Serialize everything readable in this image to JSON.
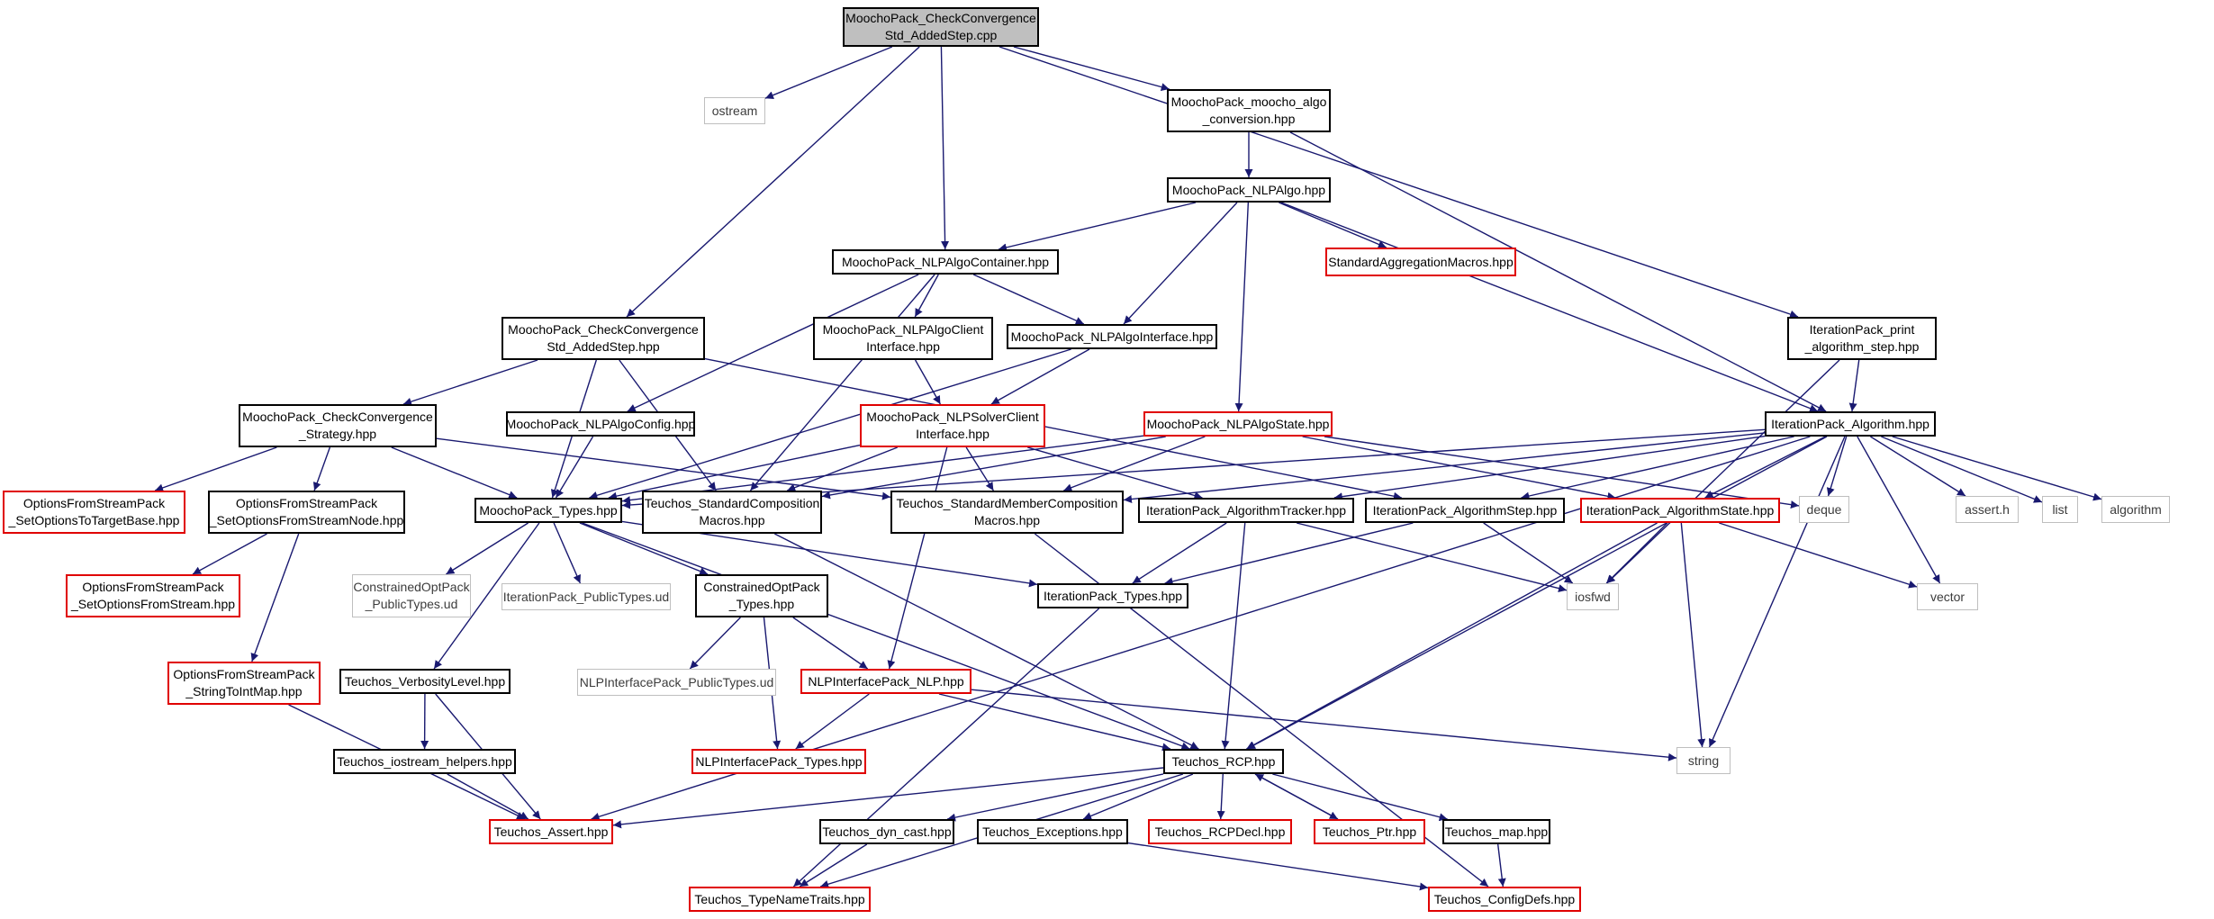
{
  "colors": {
    "edge": "#191970",
    "root_fill": "#bfbfbf",
    "documented_border": "#000000",
    "undocumented_border": "#e00000",
    "system_border": "#bfbfbf"
  },
  "nodes": [
    {
      "id": "root",
      "label": "MoochoPack_CheckConvergence\nStd_AddedStep.cpp",
      "kind": "root"
    },
    {
      "id": "ostream",
      "label": "ostream",
      "kind": "system"
    },
    {
      "id": "moocho_algo_conv",
      "label": "MoochoPack_moocho_algo\n_conversion.hpp",
      "kind": "documented"
    },
    {
      "id": "nlpalgo",
      "label": "MoochoPack_NLPAlgo.hpp",
      "kind": "documented"
    },
    {
      "id": "nlpalgocontainer",
      "label": "MoochoPack_NLPAlgoContainer.hpp",
      "kind": "documented"
    },
    {
      "id": "stdaggmacros",
      "label": "StandardAggregationMacros.hpp",
      "kind": "missing"
    },
    {
      "id": "ccstd_hpp",
      "label": "MoochoPack_CheckConvergence\nStd_AddedStep.hpp",
      "kind": "documented"
    },
    {
      "id": "nlpalgoclient",
      "label": "MoochoPack_NLPAlgoClient\nInterface.hpp",
      "kind": "documented"
    },
    {
      "id": "nlpalgointerface",
      "label": "MoochoPack_NLPAlgoInterface.hpp",
      "kind": "documented"
    },
    {
      "id": "itpack_print",
      "label": "IterationPack_print\n_algorithm_step.hpp",
      "kind": "documented"
    },
    {
      "id": "cc_strategy",
      "label": "MoochoPack_CheckConvergence\n_Strategy.hpp",
      "kind": "documented"
    },
    {
      "id": "nlpalgoconfig",
      "label": "MoochoPack_NLPAlgoConfig.hpp",
      "kind": "documented"
    },
    {
      "id": "nlpsolverclient",
      "label": "MoochoPack_NLPSolverClient\nInterface.hpp",
      "kind": "missing"
    },
    {
      "id": "nlpalgostate",
      "label": "MoochoPack_NLPAlgoState.hpp",
      "kind": "missing"
    },
    {
      "id": "itpack_algorithm",
      "label": "IterationPack_Algorithm.hpp",
      "kind": "documented"
    },
    {
      "id": "ofs_settarget",
      "label": "OptionsFromStreamPack\n_SetOptionsToTargetBase.hpp",
      "kind": "missing"
    },
    {
      "id": "ofs_setnode",
      "label": "OptionsFromStreamPack\n_SetOptionsFromStreamNode.hpp",
      "kind": "documented"
    },
    {
      "id": "mp_types",
      "label": "MoochoPack_Types.hpp",
      "kind": "documented"
    },
    {
      "id": "stdcompmacros",
      "label": "Teuchos_StandardComposition\nMacros.hpp",
      "kind": "documented"
    },
    {
      "id": "stdmembermacros",
      "label": "Teuchos_StandardMemberComposition\nMacros.hpp",
      "kind": "documented"
    },
    {
      "id": "algtracker",
      "label": "IterationPack_AlgorithmTracker.hpp",
      "kind": "documented"
    },
    {
      "id": "algstep",
      "label": "IterationPack_AlgorithmStep.hpp",
      "kind": "documented"
    },
    {
      "id": "algstate",
      "label": "IterationPack_AlgorithmState.hpp",
      "kind": "missing"
    },
    {
      "id": "deque",
      "label": "deque",
      "kind": "system"
    },
    {
      "id": "asserth",
      "label": "assert.h",
      "kind": "system"
    },
    {
      "id": "list",
      "label": "list",
      "kind": "system"
    },
    {
      "id": "algorithm",
      "label": "algorithm",
      "kind": "system"
    },
    {
      "id": "ofs_setfromstream",
      "label": "OptionsFromStreamPack\n_SetOptionsFromStream.hpp",
      "kind": "missing"
    },
    {
      "id": "copt_public",
      "label": "ConstrainedOptPack\n_PublicTypes.ud",
      "kind": "system"
    },
    {
      "id": "itpack_public",
      "label": "IterationPack_PublicTypes.ud",
      "kind": "system"
    },
    {
      "id": "copt_types",
      "label": "ConstrainedOptPack\n_Types.hpp",
      "kind": "documented"
    },
    {
      "id": "itpack_types",
      "label": "IterationPack_Types.hpp",
      "kind": "documented"
    },
    {
      "id": "iosfwd",
      "label": "iosfwd",
      "kind": "system"
    },
    {
      "id": "vector",
      "label": "vector",
      "kind": "system"
    },
    {
      "id": "ofs_stringtoint",
      "label": "OptionsFromStreamPack\n_StringToIntMap.hpp",
      "kind": "missing"
    },
    {
      "id": "verbosity",
      "label": "Teuchos_VerbosityLevel.hpp",
      "kind": "documented"
    },
    {
      "id": "nlpi_public",
      "label": "NLPInterfacePack_PublicTypes.ud",
      "kind": "system"
    },
    {
      "id": "nlpi_nlp",
      "label": "NLPInterfacePack_NLP.hpp",
      "kind": "missing"
    },
    {
      "id": "iostream_helpers",
      "label": "Teuchos_iostream_helpers.hpp",
      "kind": "documented"
    },
    {
      "id": "nlpi_types",
      "label": "NLPInterfacePack_Types.hpp",
      "kind": "missing"
    },
    {
      "id": "rcp",
      "label": "Teuchos_RCP.hpp",
      "kind": "documented"
    },
    {
      "id": "string",
      "label": "string",
      "kind": "system"
    },
    {
      "id": "assert",
      "label": "Teuchos_Assert.hpp",
      "kind": "missing"
    },
    {
      "id": "dyncast",
      "label": "Teuchos_dyn_cast.hpp",
      "kind": "documented"
    },
    {
      "id": "exceptions",
      "label": "Teuchos_Exceptions.hpp",
      "kind": "documented"
    },
    {
      "id": "rcpdecl",
      "label": "Teuchos_RCPDecl.hpp",
      "kind": "missing"
    },
    {
      "id": "ptr",
      "label": "Teuchos_Ptr.hpp",
      "kind": "missing"
    },
    {
      "id": "map",
      "label": "Teuchos_map.hpp",
      "kind": "documented"
    },
    {
      "id": "typenametraits",
      "label": "Teuchos_TypeNameTraits.hpp",
      "kind": "missing"
    },
    {
      "id": "configdefs",
      "label": "Teuchos_ConfigDefs.hpp",
      "kind": "missing"
    }
  ],
  "edges": [
    [
      "root",
      "ostream"
    ],
    [
      "root",
      "moocho_algo_conv"
    ],
    [
      "root",
      "nlpalgocontainer"
    ],
    [
      "root",
      "ccstd_hpp"
    ],
    [
      "root",
      "itpack_print"
    ],
    [
      "moocho_algo_conv",
      "nlpalgo"
    ],
    [
      "moocho_algo_conv",
      "itpack_algorithm"
    ],
    [
      "nlpalgo",
      "nlpalgocontainer"
    ],
    [
      "nlpalgo",
      "stdaggmacros"
    ],
    [
      "nlpalgo",
      "nlpalgointerface"
    ],
    [
      "nlpalgo",
      "nlpalgostate"
    ],
    [
      "nlpalgo",
      "itpack_algorithm"
    ],
    [
      "nlpalgocontainer",
      "nlpalgoclient"
    ],
    [
      "nlpalgocontainer",
      "nlpalgointerface"
    ],
    [
      "nlpalgocontainer",
      "nlpalgoconfig"
    ],
    [
      "nlpalgocontainer",
      "stdcompmacros"
    ],
    [
      "nlpalgoclient",
      "nlpsolverclient"
    ],
    [
      "nlpalgointerface",
      "nlpsolverclient"
    ],
    [
      "nlpalgointerface",
      "mp_types"
    ],
    [
      "ccstd_hpp",
      "cc_strategy"
    ],
    [
      "ccstd_hpp",
      "mp_types"
    ],
    [
      "ccstd_hpp",
      "stdcompmacros"
    ],
    [
      "ccstd_hpp",
      "algstep"
    ],
    [
      "itpack_print",
      "itpack_algorithm"
    ],
    [
      "itpack_print",
      "iosfwd"
    ],
    [
      "cc_strategy",
      "ofs_settarget"
    ],
    [
      "cc_strategy",
      "ofs_setnode"
    ],
    [
      "cc_strategy",
      "mp_types"
    ],
    [
      "cc_strategy",
      "stdmembermacros"
    ],
    [
      "nlpalgoconfig",
      "mp_types"
    ],
    [
      "nlpsolverclient",
      "mp_types"
    ],
    [
      "nlpsolverclient",
      "stdcompmacros"
    ],
    [
      "nlpsolverclient",
      "stdmembermacros"
    ],
    [
      "nlpsolverclient",
      "algtracker"
    ],
    [
      "nlpsolverclient",
      "nlpi_nlp"
    ],
    [
      "nlpalgostate",
      "mp_types"
    ],
    [
      "nlpalgostate",
      "stdcompmacros"
    ],
    [
      "nlpalgostate",
      "stdmembermacros"
    ],
    [
      "nlpalgostate",
      "algstate"
    ],
    [
      "nlpalgostate",
      "deque"
    ],
    [
      "itpack_algorithm",
      "mp_types"
    ],
    [
      "itpack_algorithm",
      "stdmembermacros"
    ],
    [
      "itpack_algorithm",
      "algtracker"
    ],
    [
      "itpack_algorithm",
      "algstep"
    ],
    [
      "itpack_algorithm",
      "algstate"
    ],
    [
      "itpack_algorithm",
      "deque"
    ],
    [
      "itpack_algorithm",
      "asserth"
    ],
    [
      "itpack_algorithm",
      "list"
    ],
    [
      "itpack_algorithm",
      "algorithm"
    ],
    [
      "itpack_algorithm",
      "vector"
    ],
    [
      "itpack_algorithm",
      "string"
    ],
    [
      "itpack_algorithm",
      "rcp"
    ],
    [
      "itpack_algorithm",
      "assert"
    ],
    [
      "ofs_setnode",
      "ofs_setfromstream"
    ],
    [
      "ofs_setnode",
      "ofs_stringtoint"
    ],
    [
      "mp_types",
      "copt_public"
    ],
    [
      "mp_types",
      "itpack_public"
    ],
    [
      "mp_types",
      "copt_types"
    ],
    [
      "mp_types",
      "itpack_types"
    ],
    [
      "mp_types",
      "verbosity"
    ],
    [
      "mp_types",
      "rcp"
    ],
    [
      "stdcompmacros",
      "rcp"
    ],
    [
      "stdmembermacros",
      "configdefs"
    ],
    [
      "algtracker",
      "itpack_types"
    ],
    [
      "algtracker",
      "rcp"
    ],
    [
      "algtracker",
      "iosfwd"
    ],
    [
      "algstep",
      "itpack_types"
    ],
    [
      "algstep",
      "iosfwd"
    ],
    [
      "algstate",
      "iosfwd"
    ],
    [
      "algstate",
      "vector"
    ],
    [
      "algstate",
      "string"
    ],
    [
      "algstate",
      "rcp"
    ],
    [
      "copt_types",
      "nlpi_public"
    ],
    [
      "copt_types",
      "nlpi_nlp"
    ],
    [
      "copt_types",
      "nlpi_types"
    ],
    [
      "itpack_types",
      "typenametraits"
    ],
    [
      "ofs_stringtoint",
      "assert"
    ],
    [
      "verbosity",
      "iostream_helpers"
    ],
    [
      "verbosity",
      "assert"
    ],
    [
      "nlpi_nlp",
      "nlpi_types"
    ],
    [
      "nlpi_nlp",
      "rcp"
    ],
    [
      "nlpi_nlp",
      "string"
    ],
    [
      "iostream_helpers",
      "assert"
    ],
    [
      "rcp",
      "assert"
    ],
    [
      "rcp",
      "dyncast"
    ],
    [
      "rcp",
      "exceptions"
    ],
    [
      "rcp",
      "rcpdecl"
    ],
    [
      "rcp",
      "ptr"
    ],
    [
      "rcp",
      "map"
    ],
    [
      "rcp",
      "typenametraits"
    ],
    [
      "ptr",
      "rcp"
    ],
    [
      "dyncast",
      "typenametraits"
    ],
    [
      "exceptions",
      "configdefs"
    ],
    [
      "map",
      "configdefs"
    ]
  ]
}
